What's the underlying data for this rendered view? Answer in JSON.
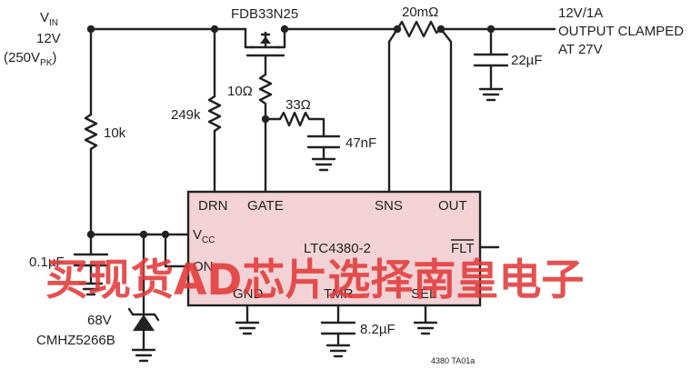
{
  "colors": {
    "ic_fill": "#f3d2d6",
    "wire": "#222222",
    "watermark": "#e23a3a"
  },
  "labels": {
    "vin_main": "V",
    "vin_sub": "IN",
    "vin_voltage": "12V",
    "vin_peak_open": "(250V",
    "vin_peak_sub": "PK",
    "vin_peak_close": ")",
    "mosfet": "FDB33N25",
    "r_sense": "20mΩ",
    "out_1": "12V/1A",
    "out_2": "OUTPUT CLAMPED",
    "out_3": "AT 27V",
    "c_out": "22µF",
    "r_gate": "10Ω",
    "r_snub": "33Ω",
    "c_snub": "47nF",
    "r_drn": "249k",
    "r_vin": "10k",
    "c_vcc": "0.1µF",
    "zener_v": "68V",
    "zener_pn": "CMHZ5266B",
    "c_tmr": "8.2µF",
    "fig_id": "4380 TA01a"
  },
  "ic": {
    "name": "LTC4380-2",
    "pins": {
      "drn": "DRN",
      "gate": "GATE",
      "sns": "SNS",
      "out": "OUT",
      "vcc_main": "V",
      "vcc_sub": "CC",
      "on": "ON",
      "flt": "FLT",
      "gnd": "GND",
      "tmr": "TMR",
      "sel": "SEL"
    }
  },
  "watermark": "买现货AD芯片选择南皇电子"
}
